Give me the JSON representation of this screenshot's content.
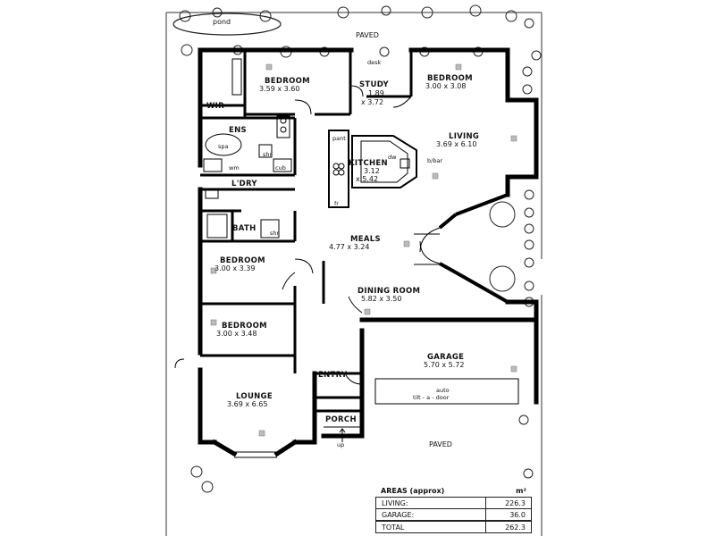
{
  "exterior": {
    "pond": "pond",
    "paved_top": "PAVED",
    "paved_bottom": "PAVED"
  },
  "rooms": {
    "bedroom_master": {
      "name": "BEDROOM",
      "dims": "3.59 x 3.60"
    },
    "wir": {
      "name": "WIR"
    },
    "study": {
      "name": "STUDY",
      "dims_line1": "1.89",
      "dims_line2": "x 3.72",
      "desk": "desk"
    },
    "bedroom_2": {
      "name": "BEDROOM",
      "dims": "3.00 x 3.08"
    },
    "ensuite": {
      "name": "ENS",
      "spa": "spa",
      "shr": "shr",
      "wm": "wm",
      "cub": "cub"
    },
    "living": {
      "name": "LIVING",
      "dims": "3.69 x 6.10"
    },
    "kitchen": {
      "name": "KITCHEN",
      "dims_line1": "3.12",
      "dims_line2": "x 5.42",
      "pant": "pant",
      "dw": "dw",
      "bbar": "b/bar",
      "fr": "fr"
    },
    "laundry": {
      "name": "L'DRY"
    },
    "bath": {
      "name": "BATH",
      "shr": "shr"
    },
    "meals": {
      "name": "MEALS",
      "dims": "4.77 x 3.24"
    },
    "bedroom_3": {
      "name": "BEDROOM",
      "dims": "3.00 x 3.39"
    },
    "dining": {
      "name": "DINING ROOM",
      "dims": "5.82 x 3.50"
    },
    "bedroom_4": {
      "name": "BEDROOM",
      "dims": "3.00 x 3.48"
    },
    "garage": {
      "name": "GARAGE",
      "dims": "5.70 x 5.72",
      "door_line1": "auto",
      "door_line2": "tilt - a - door"
    },
    "entry": {
      "name": "ENTRY"
    },
    "lounge": {
      "name": "LOUNGE",
      "dims": "3.69 x 6.65"
    },
    "porch": {
      "name": "PORCH",
      "up": "up"
    }
  },
  "areas": {
    "title": "AREAS (approx)",
    "unit": "m²",
    "rows": [
      {
        "label": "LIVING:",
        "value": "226.3"
      },
      {
        "label": "GARAGE:",
        "value": "36.0"
      }
    ],
    "total": {
      "label": "TOTAL",
      "value": "262.3"
    }
  }
}
